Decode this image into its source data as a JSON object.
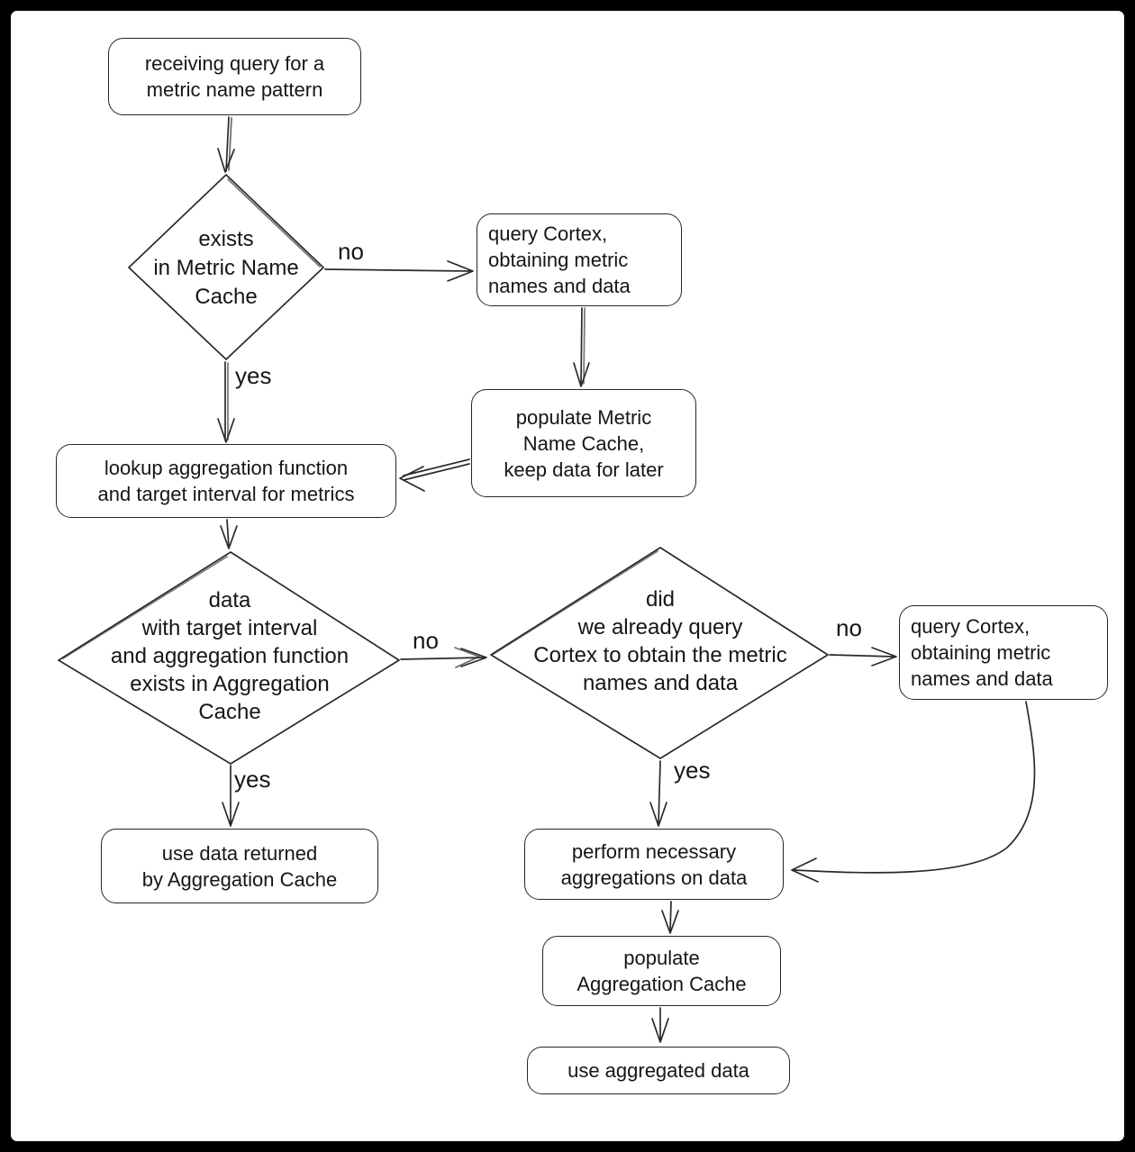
{
  "diagram": {
    "colors": {
      "frame": "#000000",
      "page": "#ffffff",
      "line": "#2a2a2a",
      "text": "#161616"
    },
    "nodes": {
      "receive_query": {
        "label": "receiving query for a\nmetric name pattern"
      },
      "exists_metric_name_cache": {
        "label": "exists\nin Metric Name\nCache"
      },
      "query_cortex_1": {
        "label": "query Cortex,\nobtaining metric\nnames and data"
      },
      "populate_metric_name_cache": {
        "label": "populate Metric\nName Cache,\nkeep data for later"
      },
      "lookup_aggregation": {
        "label": "lookup aggregation function\nand target interval for metrics"
      },
      "data_exists_aggregation_cache": {
        "label": "data\nwith target interval\nand aggregation function\nexists in Aggregation\nCache"
      },
      "already_queried_cortex": {
        "label": "did\nwe already query\nCortex to obtain the metric\nnames and data"
      },
      "query_cortex_2": {
        "label": "query Cortex,\nobtaining metric\nnames and data"
      },
      "use_aggregation_cache_data": {
        "label": "use data returned\nby Aggregation Cache"
      },
      "perform_aggregations": {
        "label": "perform necessary\naggregations on data"
      },
      "populate_aggregation_cache": {
        "label": "populate\nAggregation Cache"
      },
      "use_aggregated_data": {
        "label": "use aggregated data"
      }
    },
    "edge_labels": {
      "no1": "no",
      "yes1": "yes",
      "no2": "no",
      "no3": "no",
      "yes2": "yes",
      "yes3": "yes"
    }
  }
}
